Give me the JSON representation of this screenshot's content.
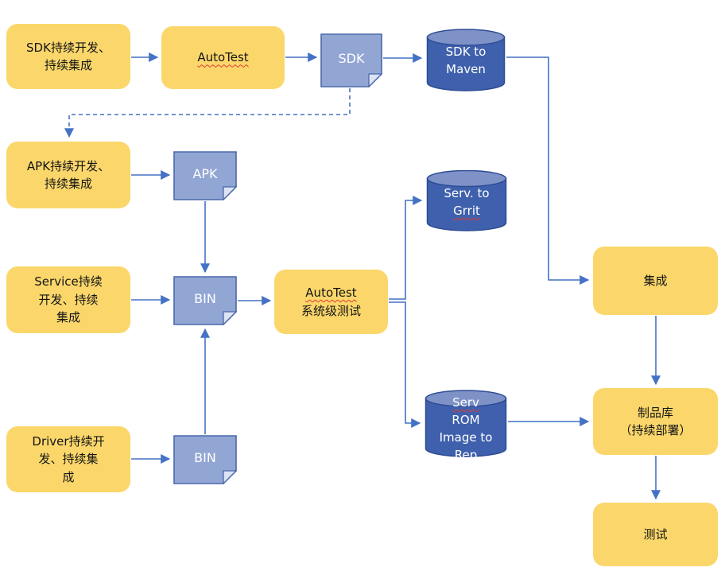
{
  "diagram": {
    "nodes": {
      "sdk_dev": {
        "label": "SDK持续开发、\n持续集成"
      },
      "autotest": {
        "label": "AutoTest"
      },
      "doc_sdk": {
        "label": "SDK"
      },
      "cyl_sdk_maven": {
        "label": "SDK to\nMaven"
      },
      "apk_dev": {
        "label": "APK持续开发、\n持续集成"
      },
      "doc_apk": {
        "label": "APK"
      },
      "service_dev": {
        "label": "Service持续\n开发、持续\n集成"
      },
      "doc_bin_service": {
        "label": "BIN"
      },
      "autotest_sys": {
        "line1": "AutoTest",
        "line2": "系统级测试"
      },
      "cyl_serv_gerrit": {
        "line1": "Serv. to",
        "line2": "Grrit"
      },
      "cyl_serv_rom": {
        "line1": "Serv",
        "line2": "ROM",
        "line3": "Image to",
        "line4": "Rep"
      },
      "driver_dev": {
        "label": "Driver持续开\n发、持续集\n成"
      },
      "doc_bin_driver": {
        "label": "BIN"
      },
      "integration": {
        "label": "集成"
      },
      "artifact_repo": {
        "label": "制品库\n（持续部署）"
      },
      "test": {
        "label": "测试"
      }
    },
    "colors": {
      "node_yellow": "#FBD76B",
      "doc_blue": "#92A6D4",
      "doc_border": "#4A68AC",
      "doc_fold": "#DCE3F3",
      "cylinder_body": "#3F60AC",
      "cylinder_top": "#7E92C8",
      "cylinder_border": "#2E4C94",
      "connector_blue": "#4472C4",
      "spellcheck_red": "#E03C31"
    }
  }
}
